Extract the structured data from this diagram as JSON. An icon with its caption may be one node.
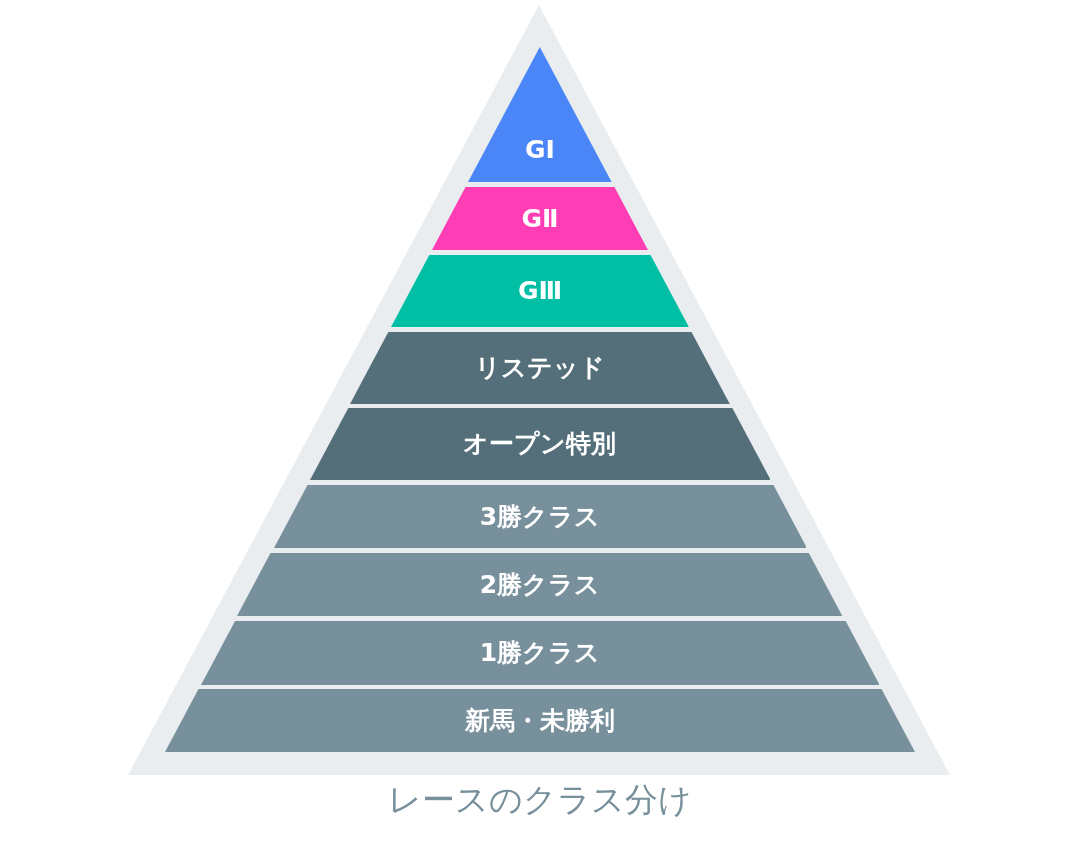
{
  "diagram": {
    "caption": "レースのクラス分け",
    "nodes": [
      {
        "text": [
          "GⅠ"
        ]
      },
      {
        "text": [
          "GⅡ"
        ]
      },
      {
        "text": [
          "GⅢ"
        ]
      },
      {
        "text": [
          "リステッド"
        ]
      },
      {
        "text": [
          "オープン特別"
        ]
      },
      {
        "text": [
          "3勝クラス"
        ]
      },
      {
        "text": [
          "2勝クラス"
        ]
      },
      {
        "text": [
          "1勝クラス"
        ]
      },
      {
        "text": [
          "新馬・未勝利"
        ]
      }
    ]
  }
}
